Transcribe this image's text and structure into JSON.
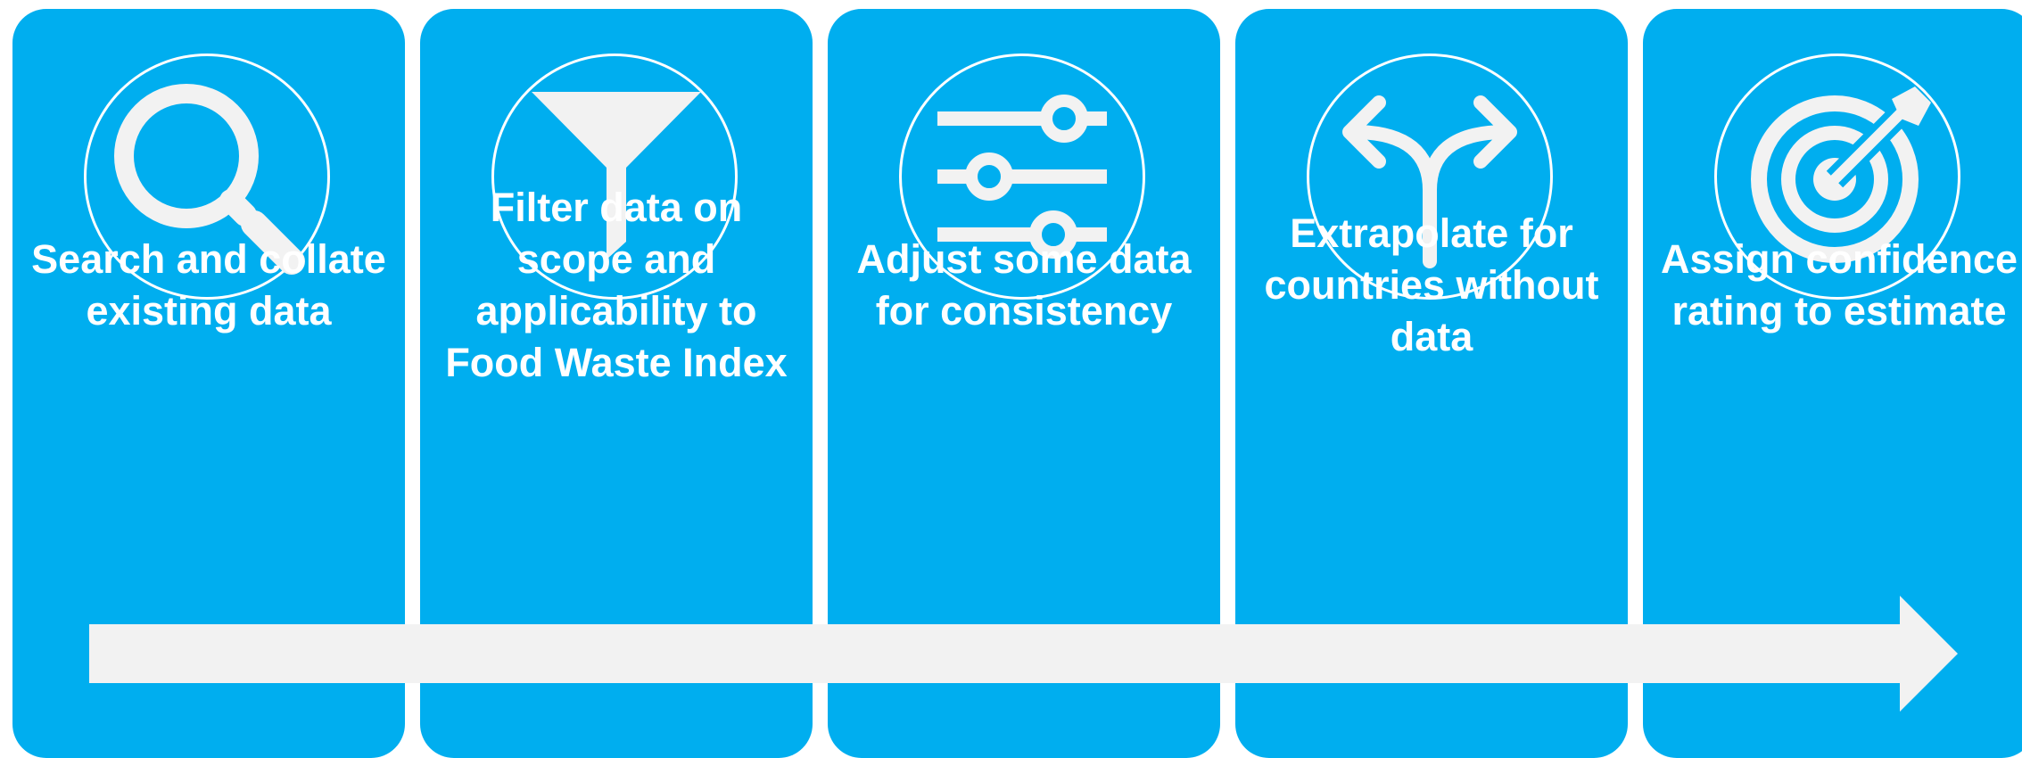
{
  "colors": {
    "panel": "#00AEEF",
    "icon": "#F2F2F2",
    "arrow": "#F2F2F2",
    "text": "#FFFFFF"
  },
  "steps": [
    {
      "icon": "magnifier-icon",
      "label": "Search and collate existing data"
    },
    {
      "icon": "funnel-icon",
      "label": "Filter data on scope and applicability to Food Waste Index"
    },
    {
      "icon": "sliders-icon",
      "label": "Adjust some data for consistency"
    },
    {
      "icon": "branch-arrows-icon",
      "label": "Extrapolate for countries without data"
    },
    {
      "icon": "target-icon",
      "label": "Assign confidence rating to estimate"
    }
  ]
}
